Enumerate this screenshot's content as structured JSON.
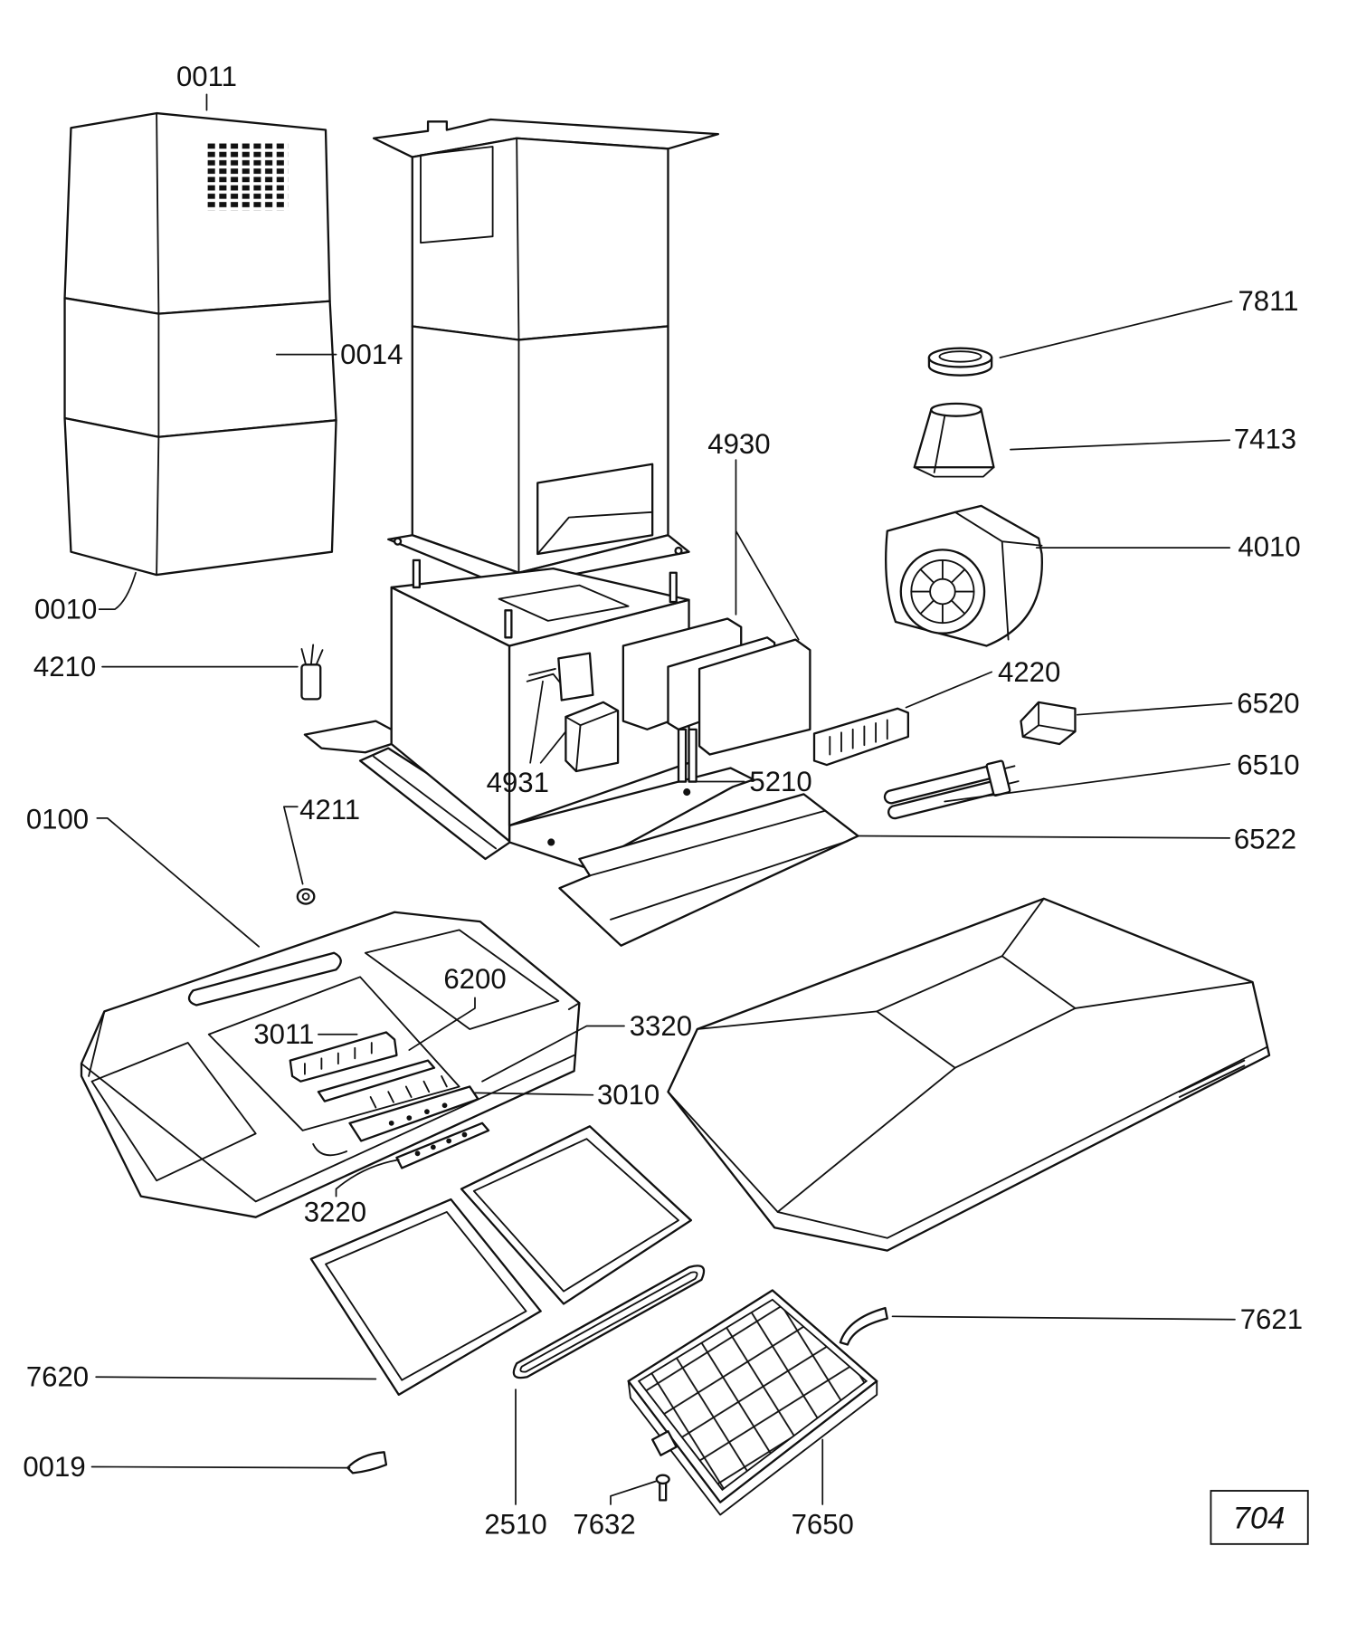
{
  "parts": [
    "0011",
    "0014",
    "0010",
    "4210",
    "4930",
    "7811",
    "7413",
    "4010",
    "4220",
    "6520",
    "6510",
    "5210",
    "4931",
    "4211",
    "0100",
    "6522",
    "6200",
    "3011",
    "3320",
    "3010",
    "3220",
    "7620",
    "0019",
    "2510",
    "7632",
    "7650",
    "7621"
  ],
  "sheet_number": "704"
}
